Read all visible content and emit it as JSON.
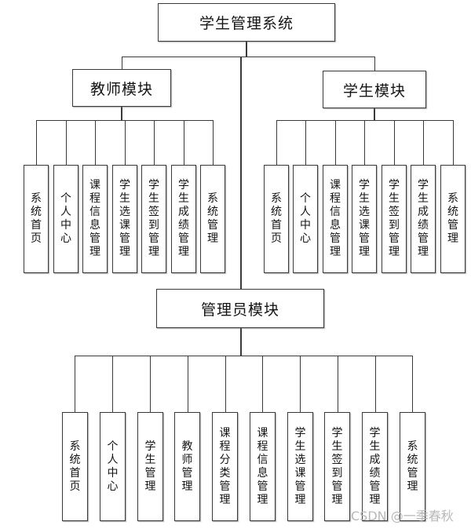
{
  "diagram": {
    "title": "学生管理系统",
    "modules": {
      "teacher": {
        "label": "教师模块",
        "children": [
          "系统首页",
          "个人中心",
          "课程信息管理",
          "学生选课管理",
          "学生签到管理",
          "学生成绩管理",
          "系统管理"
        ]
      },
      "student": {
        "label": "学生模块",
        "children": [
          "系统首页",
          "个人中心",
          "课程信息管理",
          "学生选课管理",
          "学生签到管理",
          "学生成绩管理",
          "系统管理"
        ]
      },
      "admin": {
        "label": "管理员模块",
        "children": [
          "系统首页",
          "个人中心",
          "学生管理",
          "教师管理",
          "课程分类管理",
          "课程信息管理",
          "学生选课管理",
          "学生签到管理",
          "学生成绩管理",
          "系统管理"
        ]
      }
    },
    "colors": {
      "line": "#3a3a3a",
      "box_border": "#3a3a3a",
      "box_fill": "#ffffff",
      "text": "#141414",
      "watermark": "#b8b8b8"
    }
  },
  "watermark": {
    "text": "CSDN @一季春秋"
  }
}
